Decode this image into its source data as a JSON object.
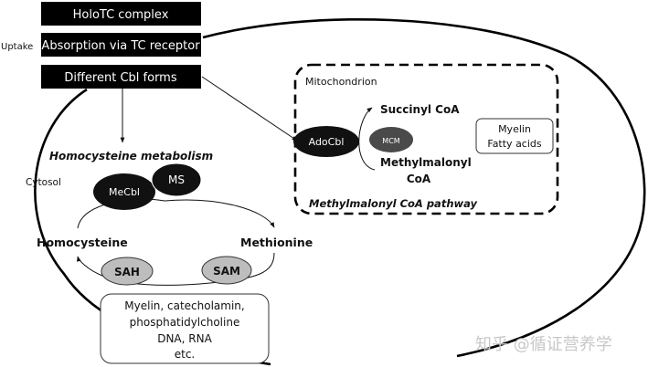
{
  "diagram": {
    "uptake_label": "Uptake",
    "top_boxes": [
      {
        "label": "HoloTC complex"
      },
      {
        "label": "Absorption via TC receptor"
      },
      {
        "label": "Different Cbl forms"
      }
    ],
    "cytosol": {
      "label": "Cytosol",
      "title": "Homocysteine metabolism",
      "enzymes": {
        "mecbl": "MeCbl",
        "ms": "MS",
        "sah": "SAH",
        "sam": "SAM"
      },
      "metabolites": {
        "homocysteine": "Homocysteine",
        "methionine": "Methionine"
      },
      "products_box": [
        "Myelin, catecholamin,",
        "phosphatidylcholine",
        "DNA, RNA",
        "etc."
      ]
    },
    "mitochondrion": {
      "label": "Mitochondrion",
      "title": "Methylmalonyl CoA pathway",
      "enzymes": {
        "adocbl": "AdoCbl",
        "mcm": "MCM"
      },
      "metabolites": {
        "succinyl": "Succinyl CoA",
        "methylmalonyl_1": "Methylmalonyl",
        "methylmalonyl_2": "CoA"
      },
      "products_box": [
        "Myelin",
        "Fatty acids"
      ]
    },
    "colors": {
      "dark_fill": "#111111",
      "mcm_fill": "#4a4a4a",
      "light_fill": "#bdbdbd",
      "watermark": "#c8c8c8"
    },
    "watermark": "知乎 @循证营养学"
  }
}
